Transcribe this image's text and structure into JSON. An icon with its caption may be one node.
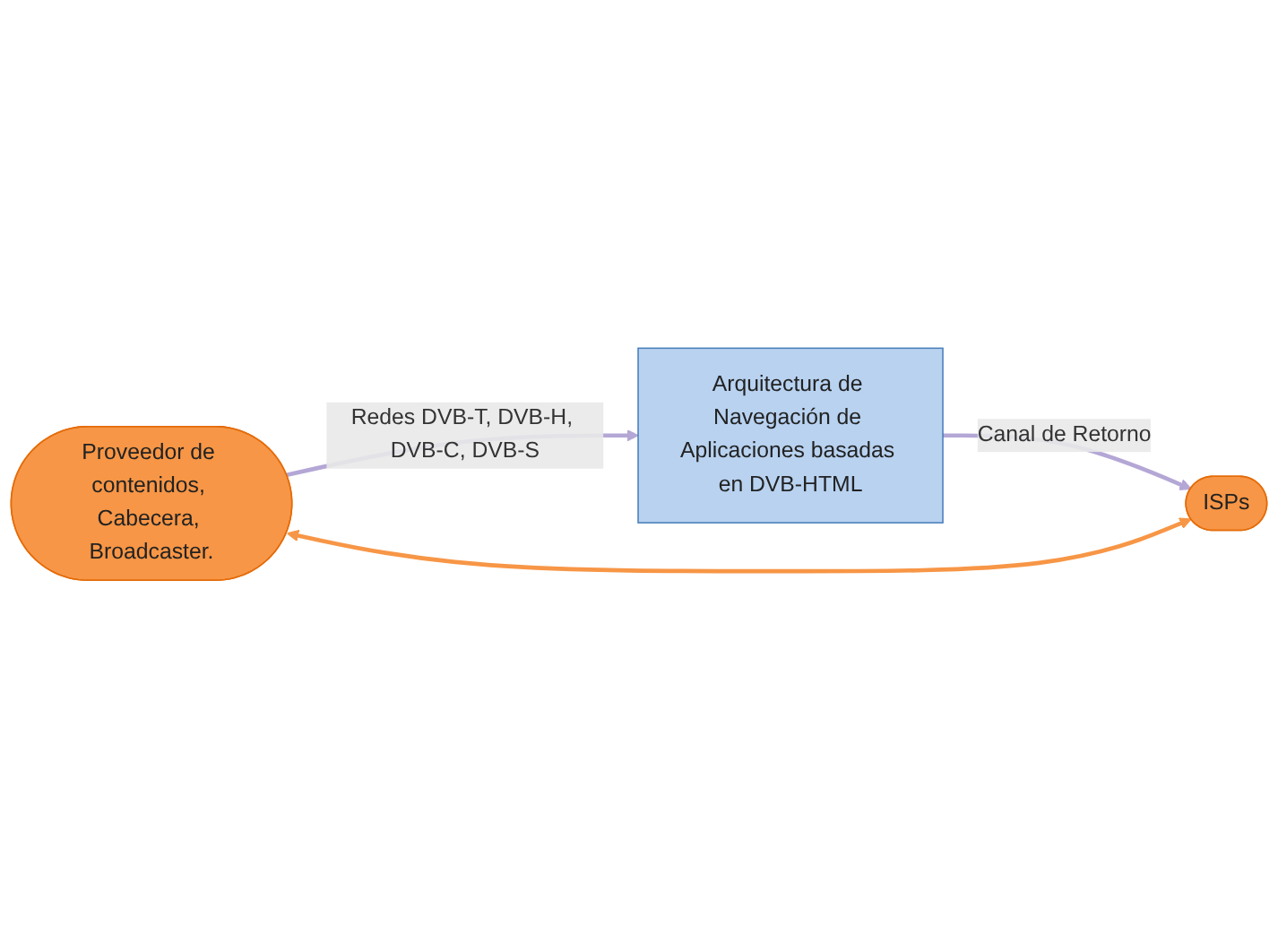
{
  "diagram": {
    "nodes": [
      {
        "text": [
          "Proveedor de contenidos, Cabecera, Broadcaster."
        ]
      },
      {
        "text": [
          "Arquitectura de Navegación de Aplicaciones basadas en DVB-HTML"
        ]
      },
      {
        "text": [
          "ISPs"
        ]
      }
    ],
    "edges": [
      {
        "from": 0,
        "to": 1,
        "arrow": "to",
        "label": "Redes DVB-T, DVB-H, DVB-C, DVB-S"
      },
      {
        "from": 1,
        "to": 2,
        "arrow": "to",
        "label": "Canal de Retorno"
      },
      {
        "from": 0,
        "to": 2,
        "arrow": "both",
        "color": "#f79646"
      }
    ]
  }
}
